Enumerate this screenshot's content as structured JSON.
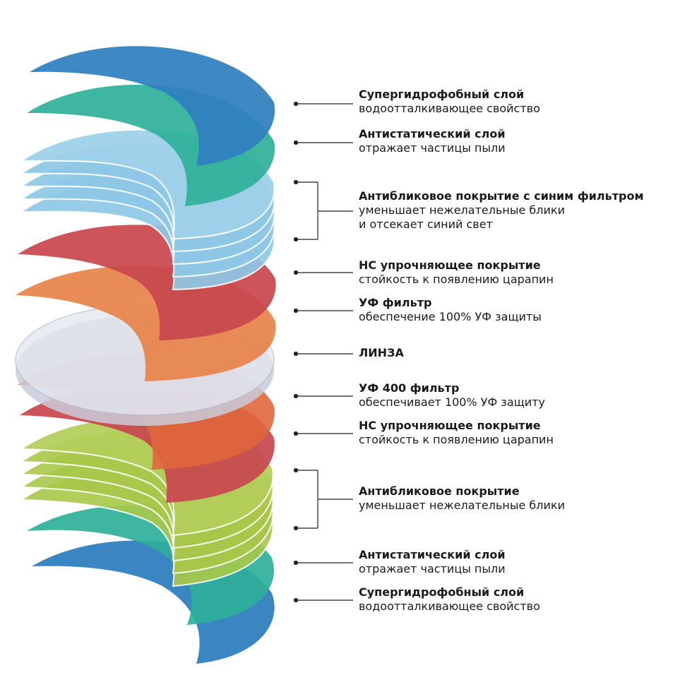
{
  "colors": {
    "hydrophobic": "#2f7fbf",
    "antistatic": "#2fb09a",
    "antireflect_blue": "#8ec8e6",
    "hardcoat": "#c8474e",
    "uv": "#e8834a",
    "lens": "#d7dae6",
    "antireflect_green": "#a9c84a",
    "connector": "#222222"
  },
  "labels": [
    {
      "title": "Супергидрофобный слой",
      "desc": [
        "водоотталкивающее свойство"
      ]
    },
    {
      "title": "Антистатический слой",
      "desc": [
        "отражает частицы пыли"
      ]
    },
    {
      "title": "Антибликовое покрытие с синим фильтром",
      "desc": [
        "уменьшает нежелательные блики",
        "и отсекает синий свет"
      ]
    },
    {
      "title": "НС упрочняющее покрытие",
      "desc": [
        "стойкость к появлению царапин"
      ]
    },
    {
      "title": "УФ фильтр",
      "desc": [
        "обеспечение 100% УФ защиты"
      ]
    },
    {
      "title": "ЛИНЗА",
      "desc": []
    },
    {
      "title": "УФ 400 фильтр",
      "desc": [
        "обеспечивает 100% УФ защиту"
      ]
    },
    {
      "title": "НС упрочняющее покрытие",
      "desc": [
        "стойкость к появлению царапин"
      ]
    },
    {
      "title": "Антибликовое покрытие",
      "desc": [
        "уменьшает нежелательные блики"
      ]
    },
    {
      "title": "Антистатический слой",
      "desc": [
        "отражает частицы пыли"
      ]
    },
    {
      "title": "Супергидрофобный слой",
      "desc": [
        "водоотталкивающее свойство"
      ]
    }
  ]
}
